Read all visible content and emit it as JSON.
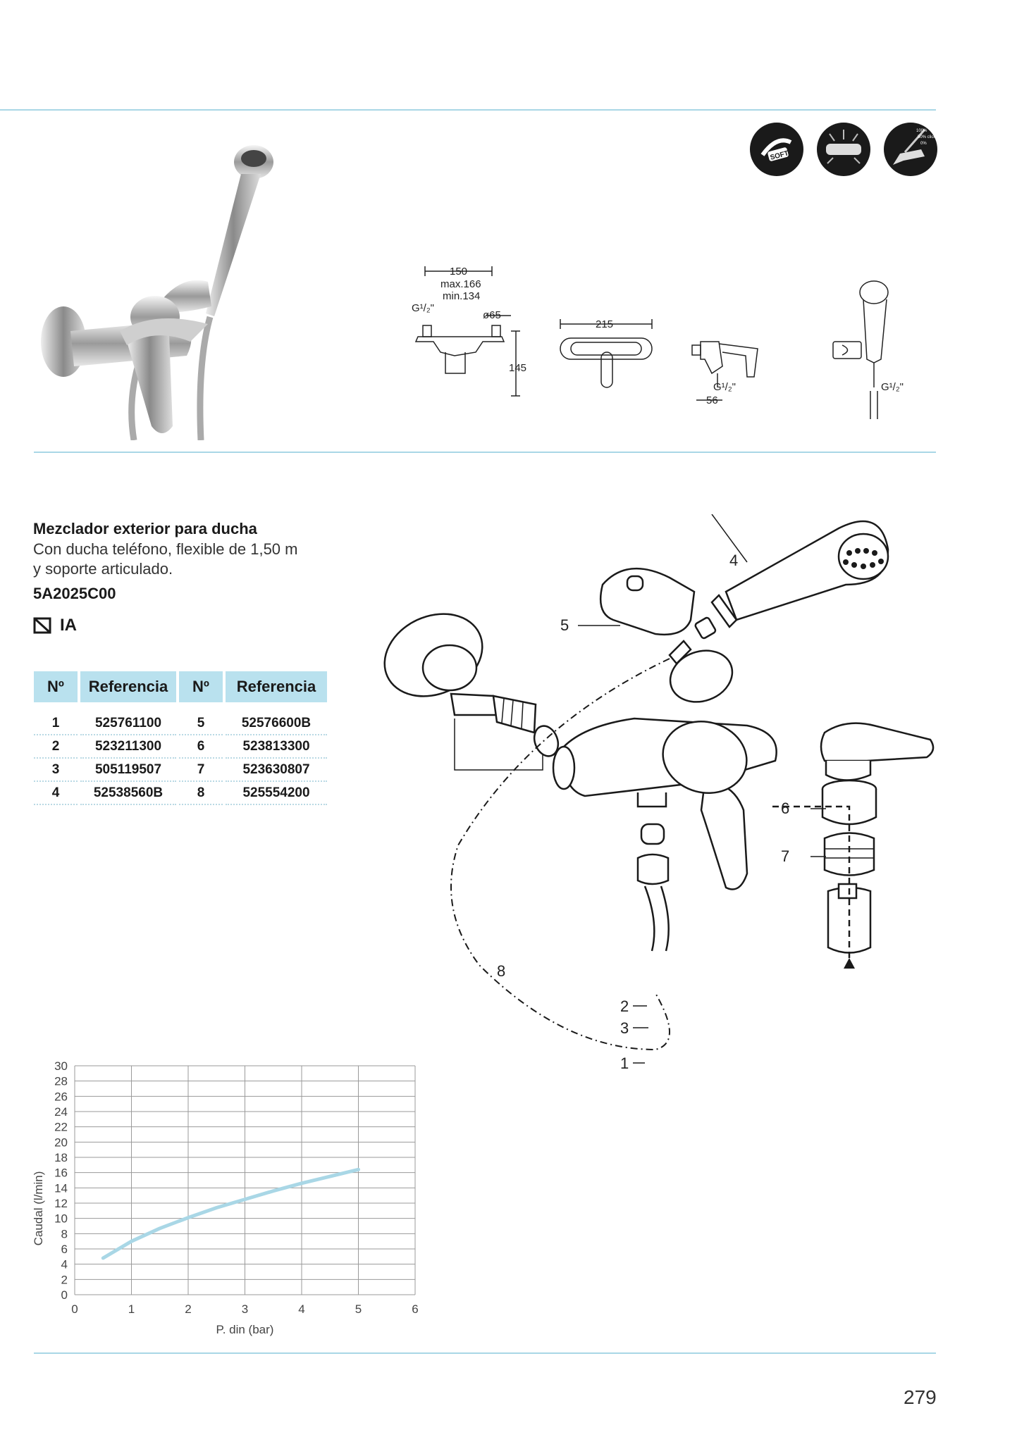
{
  "product": {
    "title": "Mezclador exterior para ducha",
    "description_line1": "Con ducha teléfono, flexible de 1,50 m",
    "description_line2": "y soporte articulado.",
    "code": "5A2025C00",
    "badge_text": "IA"
  },
  "dimensions": {
    "d150": "150",
    "dmax": "max.166",
    "dmin": "min.134",
    "g1": "G¹/₂\"",
    "d65": "ø65",
    "d145": "145",
    "d215": "215",
    "g2": "G¹/₂\"",
    "d56": "56",
    "g3": "G¹/₂\""
  },
  "icons": [
    "soft-icon",
    "light-icon",
    "eco-click-icon"
  ],
  "icon_texts": {
    "soft": "SOFT",
    "eco1": "100%",
    "eco2": "50% click",
    "eco3": "0%"
  },
  "table": {
    "headers": [
      "Nº",
      "Referencia",
      "Nº",
      "Referencia"
    ],
    "rows": [
      [
        "1",
        "525761100",
        "5",
        "52576600B"
      ],
      [
        "2",
        "523211300",
        "6",
        "523813300"
      ],
      [
        "3",
        "505119507",
        "7",
        "523630807"
      ],
      [
        "4",
        "52538560B",
        "8",
        "525554200"
      ]
    ]
  },
  "parts_labels": [
    "1",
    "2",
    "3",
    "4",
    "5",
    "6",
    "7",
    "8"
  ],
  "chart_data": {
    "type": "line",
    "xlabel": "P. din (bar)",
    "ylabel": "Caudal (l/min)",
    "xlim": [
      0,
      6
    ],
    "ylim": [
      0,
      30
    ],
    "xticks": [
      0,
      1,
      2,
      3,
      4,
      5,
      6
    ],
    "yticks": [
      0,
      2,
      4,
      6,
      8,
      10,
      12,
      14,
      16,
      18,
      20,
      22,
      24,
      26,
      28,
      30
    ],
    "grid": true,
    "series": [
      {
        "color": "#a9d7e6",
        "x": [
          0.5,
          1,
          1.5,
          2,
          2.5,
          3,
          3.5,
          4,
          4.5,
          5
        ],
        "y": [
          4.8,
          7.0,
          8.7,
          10.1,
          11.4,
          12.5,
          13.6,
          14.6,
          15.5,
          16.4
        ]
      }
    ]
  },
  "page_number": "279"
}
